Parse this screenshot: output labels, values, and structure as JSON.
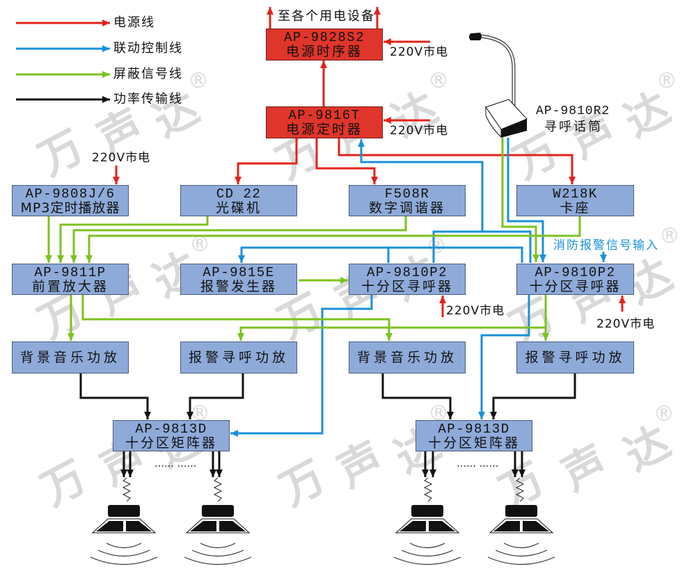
{
  "colors": {
    "power": "#e2231a",
    "control": "#1a90d9",
    "signal": "#7cc21f",
    "speaker": "#111111",
    "device_fill": "#8eaad9",
    "device_border": "#4b5d78",
    "power_device_fill": "#e0352b",
    "watermark": "#d9d9d9",
    "alarm_input_text": "#1a90d9"
  },
  "legend": [
    {
      "type": "power",
      "label": "电源线"
    },
    {
      "type": "control",
      "label": "联动控制线"
    },
    {
      "type": "signal",
      "label": "屏蔽信号线"
    },
    {
      "type": "speaker",
      "label": "功率传输线"
    }
  ],
  "watermark": {
    "chars": [
      "万",
      "声",
      "达"
    ],
    "mark": "®"
  },
  "devices": {
    "sequencer": {
      "model": "AP-9828S2",
      "name": "电源时序器"
    },
    "timer": {
      "model": "AP-9816T",
      "name": "电源定时器"
    },
    "mp3_player": {
      "model": "AP-9808J/6",
      "name": "MP3定时播放器"
    },
    "cd_player": {
      "model": "CD 22",
      "name": "光碟机"
    },
    "tuner": {
      "model": "F508R",
      "name": "数字调谐器"
    },
    "cassette": {
      "model": "W218K",
      "name": "卡座"
    },
    "preamp": {
      "model": "AP-9811P",
      "name": "前置放大器"
    },
    "alarm_generator": {
      "model": "AP-9815E",
      "name": "报警发生器"
    },
    "pager_left": {
      "model": "AP-9810P2",
      "name": "十分区寻呼器"
    },
    "pager_right": {
      "model": "AP-9810P2",
      "name": "十分区寻呼器"
    },
    "bgm_amp_left": {
      "name": "背景音乐功放"
    },
    "alarm_amp_left": {
      "name": "报警寻呼功放"
    },
    "bgm_amp_right": {
      "name": "背景音乐功放"
    },
    "alarm_amp_right": {
      "name": "报警寻呼功放"
    },
    "matrix_left": {
      "model": "AP-9813D",
      "name": "十分区矩阵器"
    },
    "matrix_right": {
      "model": "AP-9813D",
      "name": "十分区矩阵器"
    },
    "microphone": {
      "model": "AP-9810R2",
      "name": "寻呼话筒"
    }
  },
  "labels": {
    "to_all_devices": "至各个用电设备",
    "mains_sequencer": "220V市电",
    "mains_timer": "220V市电",
    "mains_mp3": "220V市电",
    "mains_pager_left": "220V市电",
    "mains_pager_right": "220V市电",
    "fire_alarm_input": "消防报警信号输入",
    "ellipsis_left": "…… ……",
    "ellipsis_right": "…… ……"
  }
}
